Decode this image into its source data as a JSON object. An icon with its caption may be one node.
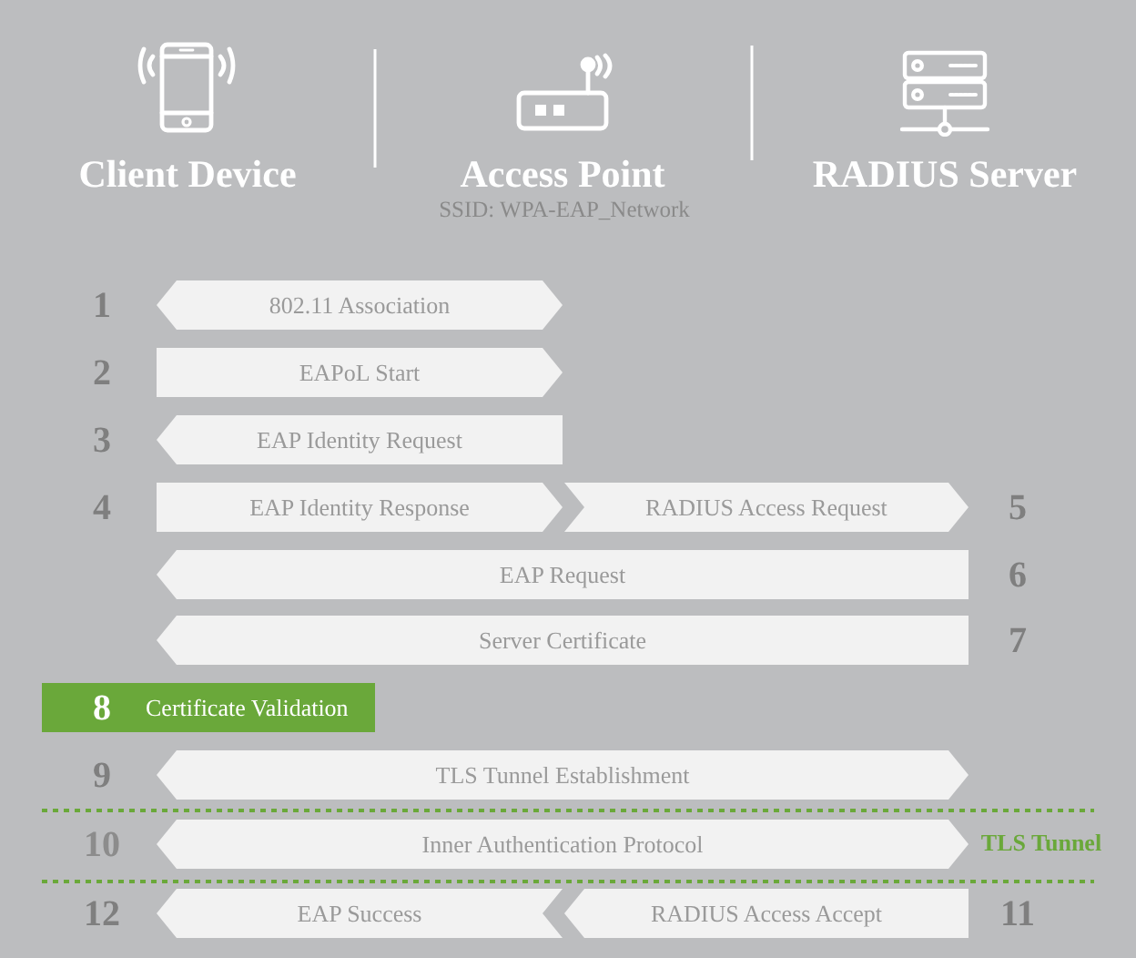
{
  "diagram": {
    "nodes": [
      {
        "text": [
          "802.11 Association"
        ],
        "beside": [
          "1"
        ]
      },
      {
        "text": [
          "EAPoL Start"
        ],
        "beside": [
          "2"
        ]
      },
      {
        "text": [
          "EAP Identity Request"
        ],
        "beside": [
          "3"
        ]
      },
      {
        "text": [
          "EAP Identity Response"
        ],
        "beside": [
          "4"
        ]
      },
      {
        "text": [
          "RADIUS Access Request"
        ],
        "beside": [
          "5"
        ]
      },
      {
        "text": [
          "EAP Request"
        ],
        "beside": [
          "6"
        ]
      },
      {
        "text": [
          "Server Certificate"
        ],
        "beside": [
          "7"
        ]
      },
      {
        "text": [
          "8",
          "Certificate Validation"
        ]
      },
      {
        "text": [
          "TLS Tunnel Establishment"
        ],
        "beside": [
          "9"
        ]
      },
      {
        "text": [
          "Inner Authentication Protocol"
        ],
        "beside": [
          "10"
        ]
      },
      {
        "text": [
          "EAP Success"
        ],
        "beside": [
          "12"
        ]
      },
      {
        "text": [
          "RADIUS Access Accept"
        ],
        "beside": [
          "11"
        ]
      }
    ],
    "labels": [
      "Client Device",
      "Access Point",
      "SSID: WPA-EAP_Network",
      "RADIUS Server",
      "TLS Tunnel"
    ]
  }
}
